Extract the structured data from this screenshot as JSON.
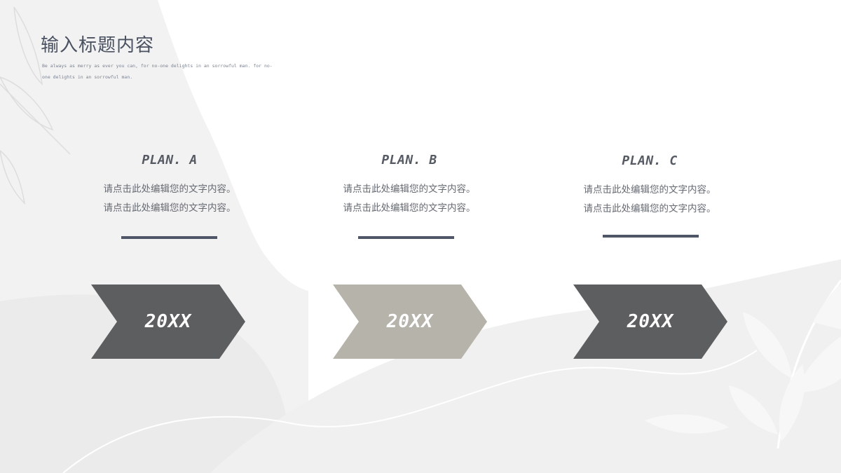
{
  "header": {
    "title": "输入标题内容",
    "subtitle": "Be always as merry as ever you can, for no-one delights in an sorrowful man. for no-one delights in an sorrowful man."
  },
  "plans": [
    {
      "name": "PLAN. A",
      "line1": "请点击此处编辑您的文字内容。",
      "line2": "请点击此处编辑您的文字内容。",
      "year": "20XX",
      "color": "#5d5e60"
    },
    {
      "name": "PLAN. B",
      "line1": "请点击此处编辑您的文字内容。",
      "line2": "请点击此处编辑您的文字内容。",
      "year": "20XX",
      "color": "#b6b3ab"
    },
    {
      "name": "PLAN. C",
      "line1": "请点击此处编辑您的文字内容。",
      "line2": "请点击此处编辑您的文字内容。",
      "year": "20XX",
      "color": "#5d5e60"
    }
  ],
  "colors": {
    "accent_bar": "#4e5667",
    "title": "#4a5160"
  }
}
